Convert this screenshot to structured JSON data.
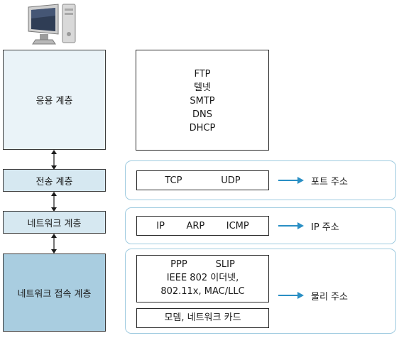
{
  "layers": {
    "application": "응용 계층",
    "transport": "전송 계층",
    "network": "네트워크 계층",
    "link": "네트워크 접속 계층"
  },
  "application_protocols": [
    "FTP",
    "텔넷",
    "SMTP",
    "DNS",
    "DHCP"
  ],
  "transport_protocols": [
    "TCP",
    "UDP"
  ],
  "network_protocols": [
    "IP",
    "ARP",
    "ICMP"
  ],
  "link_protocols": {
    "line1": [
      "PPP",
      "SLIP"
    ],
    "line2": "IEEE 802 이더넷,",
    "line3": "802.11x, MAC/LLC",
    "hardware": "모뎀, 네트워크 카드"
  },
  "addresses": {
    "transport": "포트 주소",
    "network": "IP 주소",
    "link": "물리 주소"
  },
  "colors": {
    "arrow": "#2a8fc4",
    "group_border": "#9fcbe0",
    "link_layer": "#a9cde0",
    "mid_layers": "#d6e8f1",
    "app_layer": "#eaf3f8"
  },
  "icons": [
    "computer-icon"
  ]
}
